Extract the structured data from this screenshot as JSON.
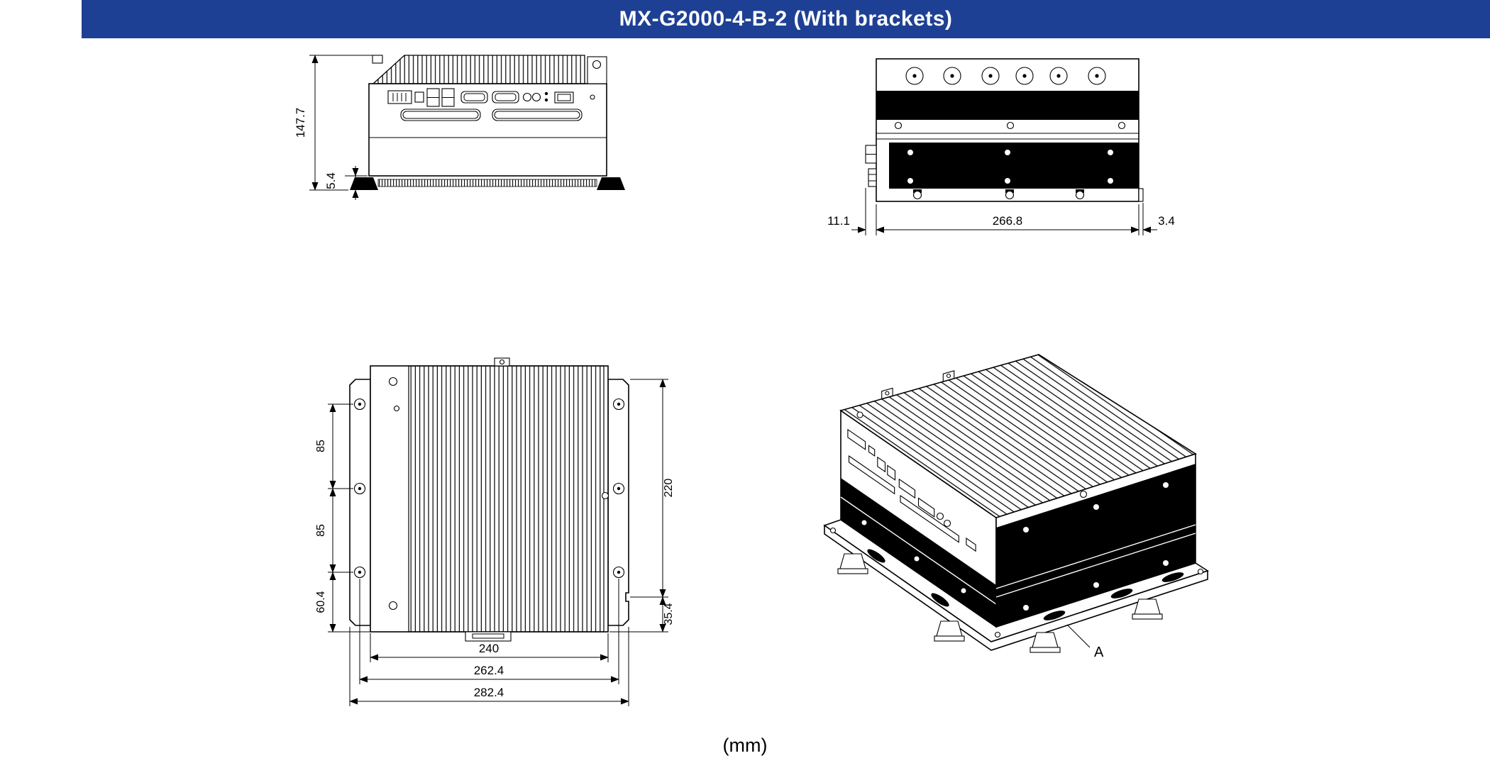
{
  "header": {
    "title": "MX-G2000-4-B-2 (With brackets)",
    "bg_color": "#1e4094",
    "text_color": "#ffffff"
  },
  "unit_label": "(mm)",
  "drawing_color": "#000000",
  "views": {
    "front": {
      "dims": {
        "overall_height": "147.7",
        "foot_height": "5.4"
      }
    },
    "top": {
      "dims": {
        "left_protrusion": "11.1",
        "width": "266.8",
        "right_overhang": "3.4"
      }
    },
    "bottom": {
      "dims": {
        "hole_pitch_1": "85",
        "hole_pitch_2": "85",
        "hole_to_edge": "60.4",
        "side_height": "220",
        "side_lower": "35.4",
        "width_inner": "240",
        "width_mid": "262.4",
        "width_outer": "282.4"
      }
    },
    "iso": {
      "detail_label": "A"
    }
  }
}
